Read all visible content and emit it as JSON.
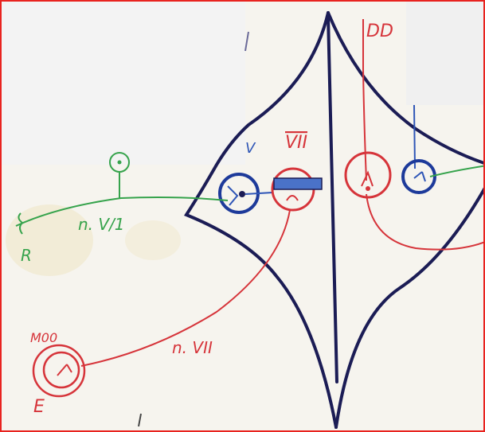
{
  "labels": {
    "dd": "DD",
    "nucleus_vii": "VII",
    "nucleus_v": "V",
    "nerve_v1": "n. V/1",
    "receptor": "R",
    "nerve_vii": "n. VII",
    "effector_code": "M00",
    "effector": "E"
  },
  "colors": {
    "outline": "#1b1c55",
    "red_ink": "#d6343a",
    "green_ink": "#36a34c",
    "blue_ink": "#2f56b7",
    "frame": "#e8231f",
    "blocker": "#4a72c9"
  }
}
